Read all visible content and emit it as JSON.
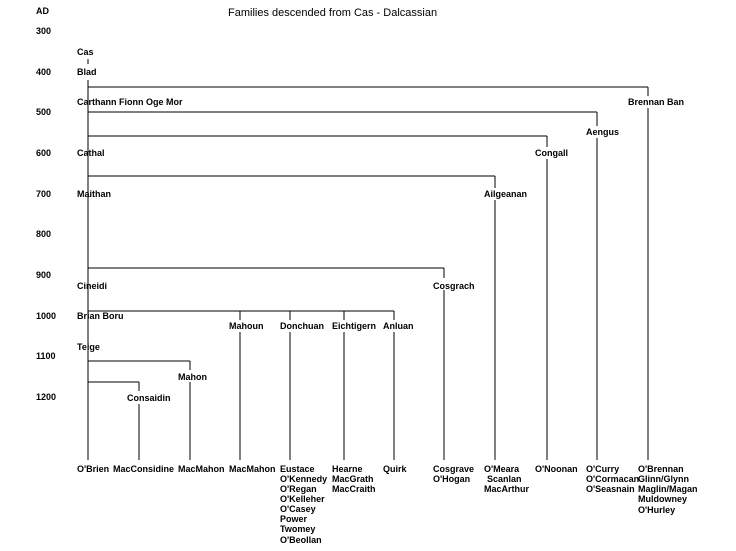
{
  "title": "Families descended from Cas - Dalcassian",
  "axis_label": "AD",
  "years": [
    "300",
    "400",
    "500",
    "600",
    "700",
    "800",
    "900",
    "1000",
    "1100",
    "1200"
  ],
  "ancestors": {
    "cas": "Cas",
    "blad": "Blad",
    "carthann": "Carthann Fionn Oge Mor",
    "cathal": "Cathal",
    "maithan": "Maithan",
    "cineidi": "Cineidi",
    "brian": "Brian Boru",
    "teige": "Teige",
    "mahon": "Mahon",
    "consaidin": "Consaidin",
    "mahoun": "Mahoun",
    "donchuan": "Donchuan",
    "eichtigern": "Eichtigern",
    "anluan": "Anluan",
    "cosgrach": "Cosgrach",
    "ailgeanan": "Ailgeanan",
    "congall": "Congall",
    "aengus": "Aengus",
    "brennan_ban": "Brennan Ban"
  },
  "families": {
    "obrien": [
      "O'Brien"
    ],
    "macconsidine": [
      "MacConsidine"
    ],
    "macmahon1": [
      "MacMahon"
    ],
    "macmahon2": [
      "MacMahon"
    ],
    "donchuan": [
      "Eustace",
      "O'Kennedy",
      "O'Regan",
      "O'Kelleher",
      "O'Casey",
      "Power",
      "Twomey",
      "O'Beollan"
    ],
    "eichtigern": [
      "Hearne",
      "MacGrath",
      "MacCraith"
    ],
    "quirk": [
      "Quirk"
    ],
    "cosgrach": [
      "Cosgrave",
      "O'Hogan"
    ],
    "ailgeanan": [
      "O'Meara",
      "Scanlan",
      "MacArthur"
    ],
    "congall": [
      "O'Noonan"
    ],
    "aengus": [
      "O'Curry",
      "O'Cormacan",
      "O'Seasnain"
    ],
    "brennan": [
      "O'Brennan",
      "Glinn/Glynn",
      "Maglin/Magan",
      "Muldowney",
      "O'Hurley"
    ]
  }
}
